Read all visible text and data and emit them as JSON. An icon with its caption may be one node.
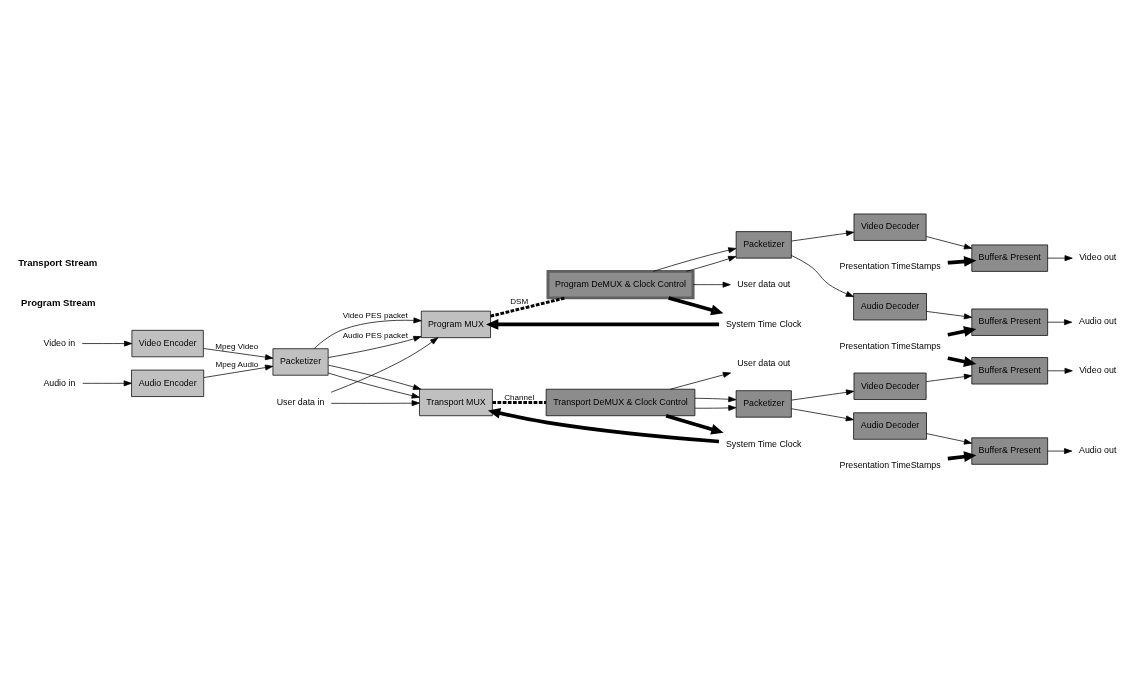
{
  "diagram": {
    "nodes": [
      {
        "text": [
          "Video in"
        ]
      },
      {
        "text": [
          "Audio in"
        ]
      },
      {
        "text": [
          "Video Encoder"
        ]
      },
      {
        "text": [
          "Audio Encoder"
        ]
      },
      {
        "text": [
          "Packetizer"
        ]
      },
      {
        "text": [
          "System Time Clock"
        ]
      },
      {
        "text": [
          "Program MUX"
        ]
      },
      {
        "text": [
          "Program DeMUX & Clock Control"
        ]
      },
      {
        "text": [
          "Packetizer"
        ]
      },
      {
        "text": [
          "Video Decoder"
        ]
      },
      {
        "text": [
          "Audio Decoder"
        ]
      },
      {
        "text": [
          "Presentation TimeStamps"
        ]
      },
      {
        "text": [
          "Buffer& Present"
        ]
      },
      {
        "text": [
          "Buffer& Present"
        ]
      },
      {
        "text": [
          "Video out"
        ]
      },
      {
        "text": [
          "Audio out"
        ]
      },
      {
        "text": [
          "User data in"
        ]
      },
      {
        "text": [
          "User data out"
        ]
      },
      {
        "text": [
          "Presentation TimeStamps"
        ]
      },
      {
        "text": [
          "System Time Clock"
        ]
      },
      {
        "text": [
          "Transport MUX"
        ]
      },
      {
        "text": [
          "Transport DeMUX & Clock Control"
        ]
      },
      {
        "text": [
          "Packetizer"
        ]
      },
      {
        "text": [
          "Video Decoder"
        ]
      },
      {
        "text": [
          "Audio Decoder"
        ]
      },
      {
        "text": [
          "Buffer& Present"
        ]
      },
      {
        "text": [
          "Buffer& Present"
        ]
      },
      {
        "text": [
          "Video out"
        ]
      },
      {
        "text": [
          "Audio out"
        ]
      },
      {
        "text": [
          "User data out"
        ]
      },
      {
        "text": [
          "Presentation TimeStamps"
        ]
      }
    ],
    "edges": [
      {
        "from": 0,
        "to": 2,
        "arrow": "to"
      },
      {
        "from": 1,
        "to": 3,
        "arrow": "to"
      },
      {
        "from": 2,
        "to": 4,
        "arrow": "to",
        "label": "Mpeg Video"
      },
      {
        "from": 3,
        "to": 4,
        "arrow": "to",
        "label": "Mpeg Audio"
      },
      {
        "from": 4,
        "to": 6,
        "arrow": "to",
        "label": "Video PES packet"
      },
      {
        "from": 4,
        "to": 6,
        "arrow": "to",
        "label": "Audio PES packet"
      },
      {
        "from": 16,
        "to": 6,
        "arrow": "to"
      },
      {
        "from": 4,
        "to": 20,
        "arrow": "to"
      },
      {
        "from": 4,
        "to": 20,
        "arrow": "to"
      },
      {
        "from": 16,
        "to": 20,
        "arrow": "to"
      },
      {
        "from": 5,
        "to": 6,
        "arrow": "to",
        "style": "thick"
      },
      {
        "from": 7,
        "to": 5,
        "arrow": "to",
        "style": "thick"
      },
      {
        "from": 6,
        "to": 7,
        "arrow": "none",
        "style": "dashed",
        "label": "DSM"
      },
      {
        "from": 7,
        "to": 8,
        "arrow": "to"
      },
      {
        "from": 7,
        "to": 8,
        "arrow": "to"
      },
      {
        "from": 7,
        "to": 17,
        "arrow": "to"
      },
      {
        "from": 8,
        "to": 9,
        "arrow": "to"
      },
      {
        "from": 8,
        "to": 10,
        "arrow": "to"
      },
      {
        "from": 9,
        "to": 12,
        "arrow": "to"
      },
      {
        "from": 10,
        "to": 13,
        "arrow": "to"
      },
      {
        "from": 11,
        "to": 12,
        "arrow": "to",
        "style": "thick"
      },
      {
        "from": 18,
        "to": 13,
        "arrow": "to",
        "style": "thick"
      },
      {
        "from": 12,
        "to": 14,
        "arrow": "to"
      },
      {
        "from": 13,
        "to": 15,
        "arrow": "to"
      },
      {
        "from": 18,
        "to": 25,
        "arrow": "to",
        "style": "thick"
      },
      {
        "from": 19,
        "to": 20,
        "arrow": "to",
        "style": "thick"
      },
      {
        "from": 21,
        "to": 19,
        "arrow": "to",
        "style": "thick"
      },
      {
        "from": 20,
        "to": 21,
        "arrow": "none",
        "style": "dashed",
        "label": "Channel"
      },
      {
        "from": 21,
        "to": 22,
        "arrow": "to"
      },
      {
        "from": 21,
        "to": 22,
        "arrow": "to"
      },
      {
        "from": 21,
        "to": 29,
        "arrow": "to"
      },
      {
        "from": 22,
        "to": 23,
        "arrow": "to"
      },
      {
        "from": 22,
        "to": 24,
        "arrow": "to"
      },
      {
        "from": 23,
        "to": 25,
        "arrow": "to"
      },
      {
        "from": 24,
        "to": 26,
        "arrow": "to"
      },
      {
        "from": 30,
        "to": 26,
        "arrow": "to",
        "style": "thick"
      },
      {
        "from": 25,
        "to": 27,
        "arrow": "to"
      },
      {
        "from": 26,
        "to": 28,
        "arrow": "to"
      }
    ],
    "labels": [
      "Program Stream",
      "Transport Stream"
    ]
  }
}
